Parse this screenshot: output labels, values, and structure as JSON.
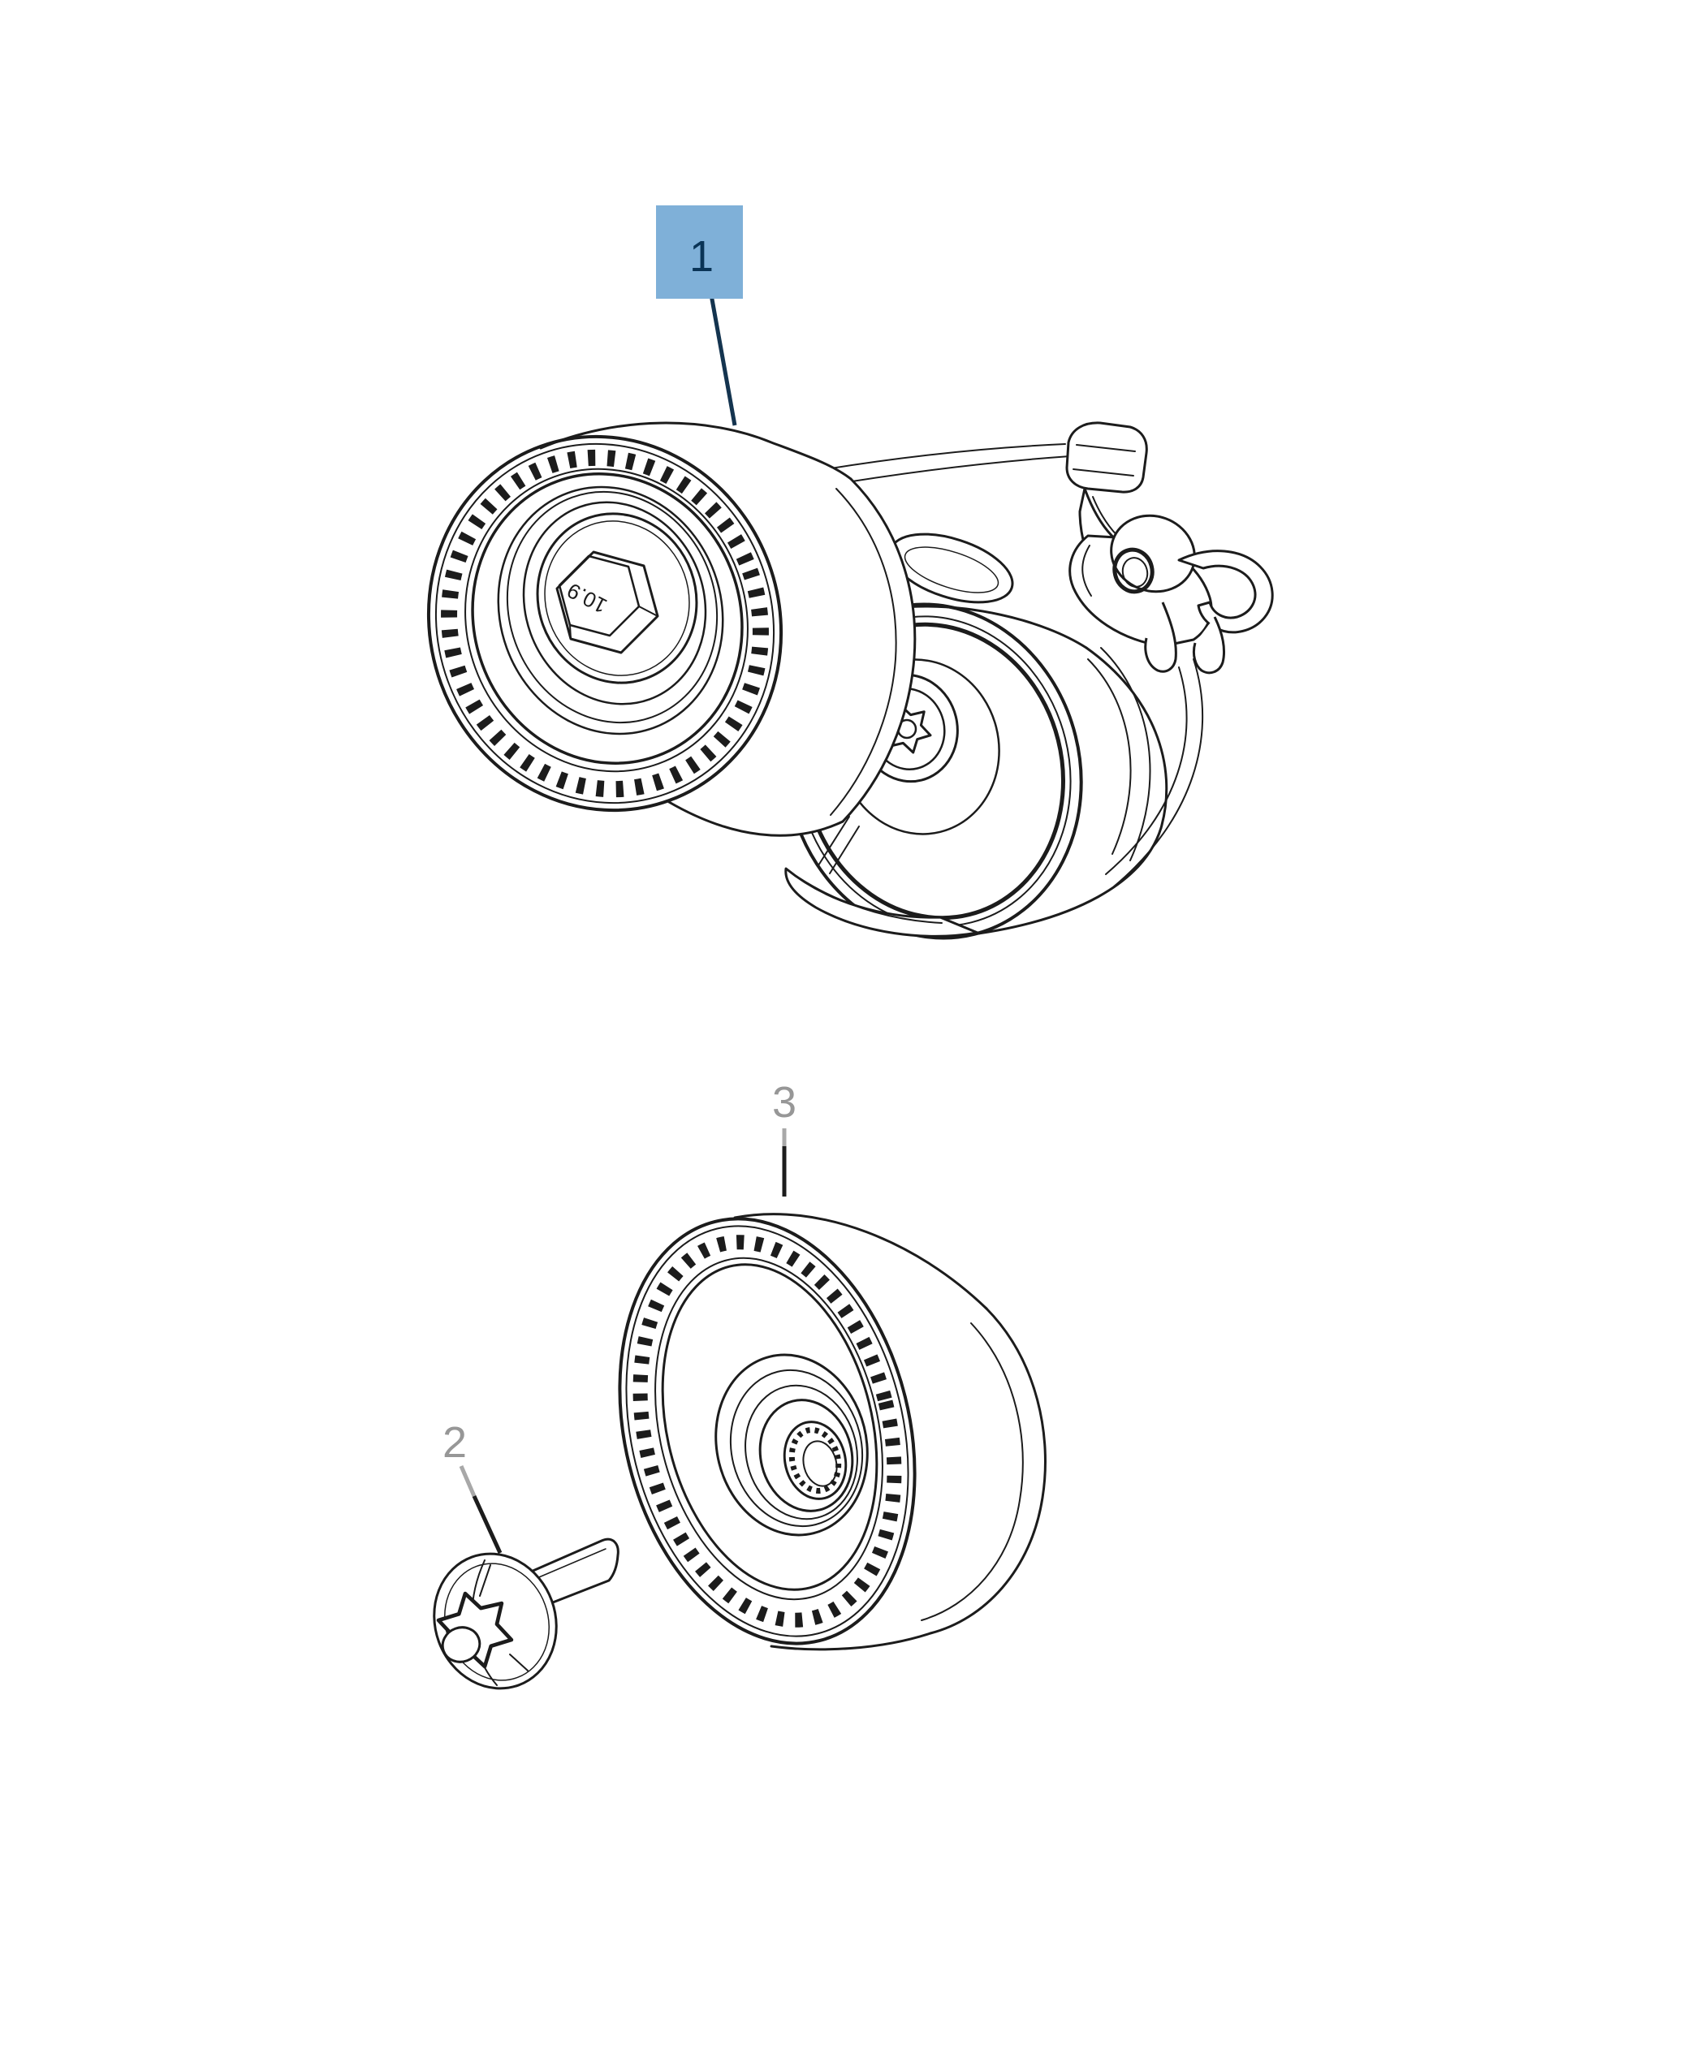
{
  "colors": {
    "background": "#ffffff",
    "line": "#1c1c1c",
    "highlight_box": "#7FB0D8",
    "highlight_text": "#0a3456",
    "highlight_leader": "#14344f",
    "callout_gray": "#979797",
    "leader_gray": "#a8a8a8",
    "leader_dark": "#1c1c1c"
  },
  "callouts": {
    "item1": {
      "label": "1"
    },
    "item2": {
      "label": "2"
    },
    "item3": {
      "label": "3"
    }
  },
  "markings": {
    "hex_bolt_grade": "10.9"
  }
}
